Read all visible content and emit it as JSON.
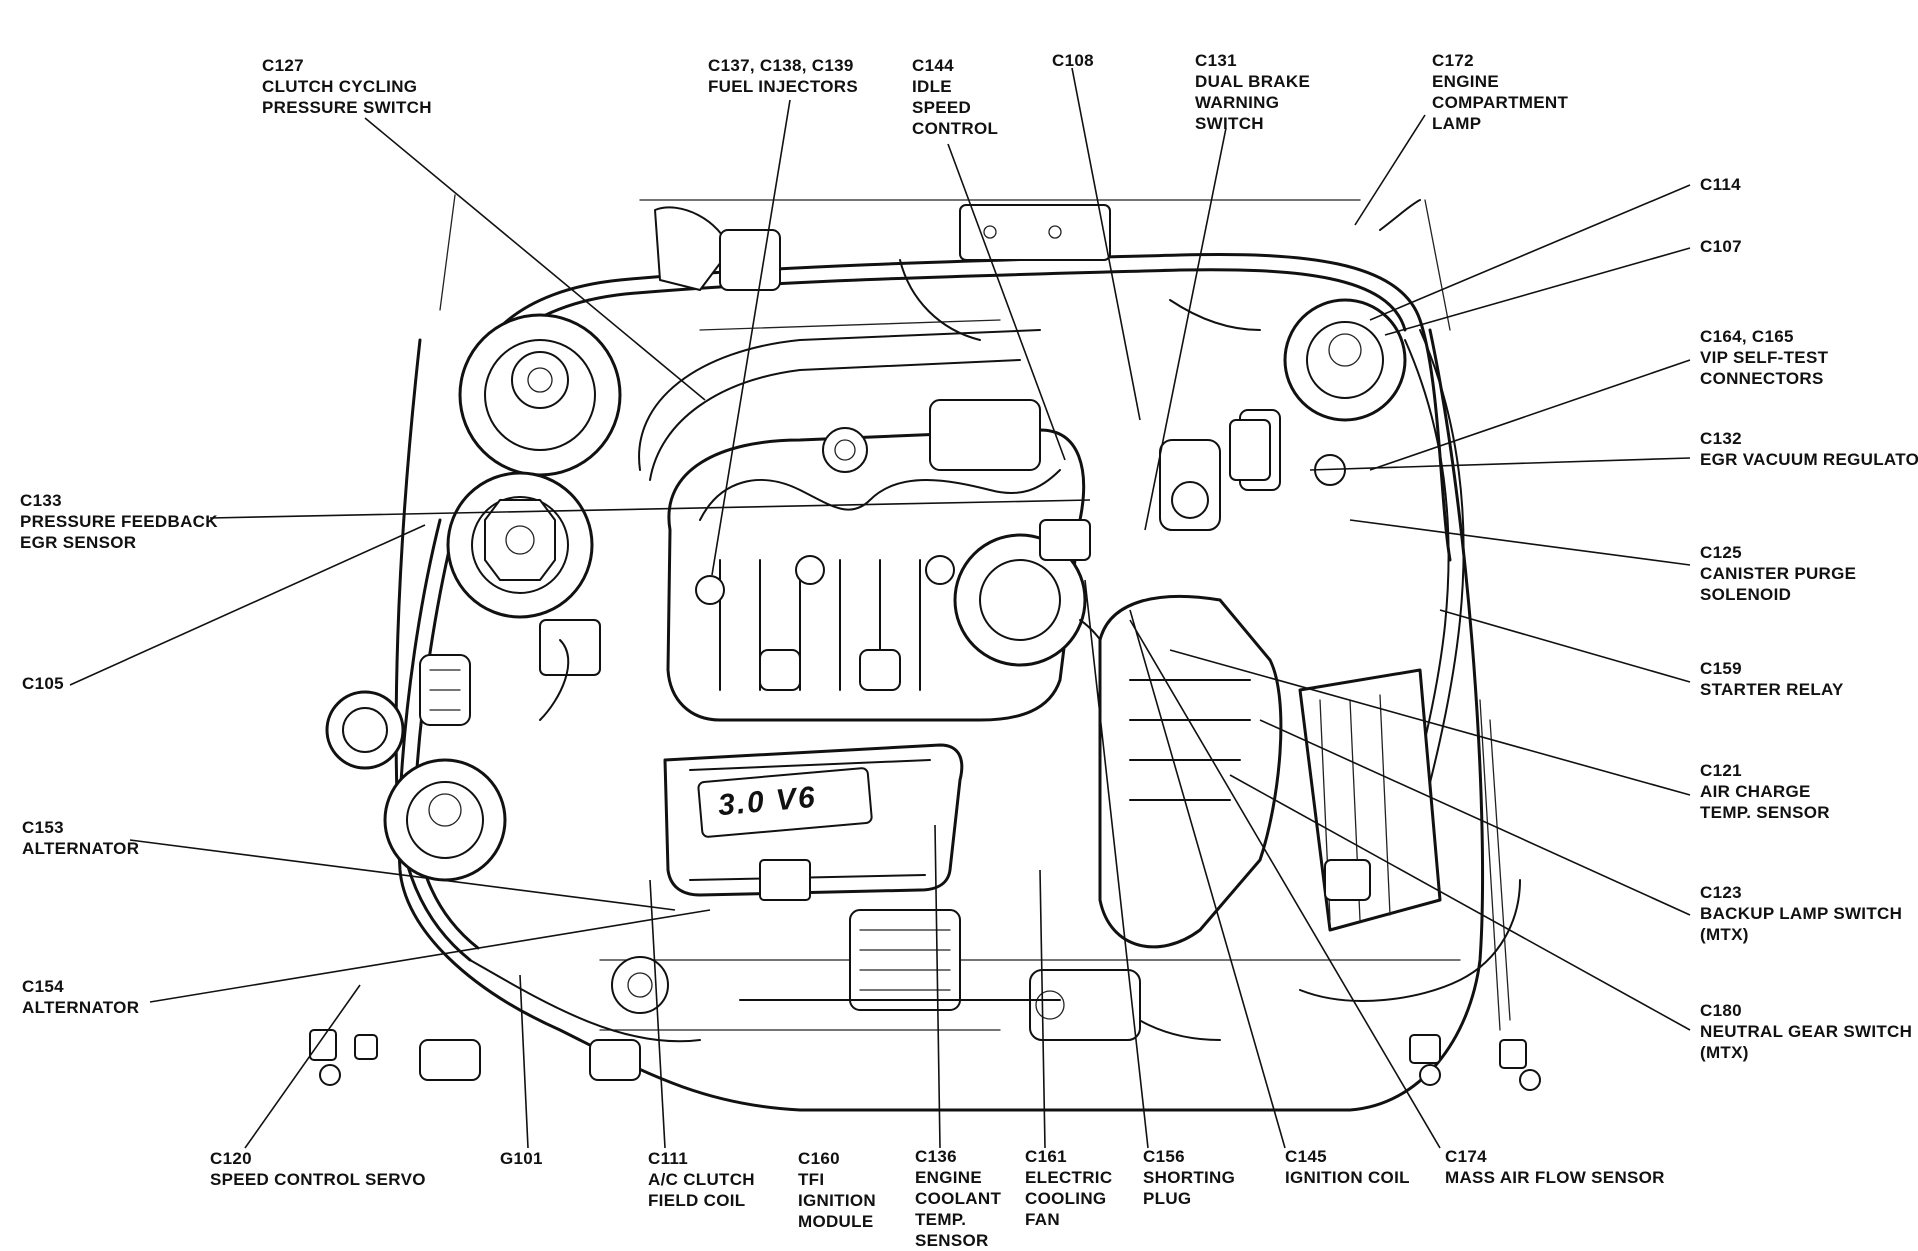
{
  "engine_badge": "3.0 V6",
  "labels": {
    "c127": [
      "C127",
      "CLUTCH CYCLING",
      "PRESSURE SWITCH"
    ],
    "c137": [
      "C137, C138, C139",
      "FUEL INJECTORS"
    ],
    "c144": [
      "C144",
      "IDLE",
      "SPEED",
      "CONTROL"
    ],
    "c108": [
      "C108"
    ],
    "c131": [
      "C131",
      "DUAL BRAKE",
      "WARNING",
      "SWITCH"
    ],
    "c172": [
      "C172",
      "ENGINE",
      "COMPARTMENT",
      "LAMP"
    ],
    "c114": [
      "C114"
    ],
    "c107": [
      "C107"
    ],
    "c164": [
      "C164, C165",
      "VIP SELF-TEST",
      "CONNECTORS"
    ],
    "c132": [
      "C132",
      "EGR VACUUM REGULATOR"
    ],
    "c125": [
      "C125",
      "CANISTER PURGE",
      "SOLENOID"
    ],
    "c159": [
      "C159",
      "STARTER RELAY"
    ],
    "c121": [
      "C121",
      "AIR CHARGE",
      "TEMP. SENSOR"
    ],
    "c123": [
      "C123",
      "BACKUP LAMP SWITCH",
      "(MTX)"
    ],
    "c180": [
      "C180",
      "NEUTRAL GEAR SWITCH",
      "(MTX)"
    ],
    "c133": [
      "C133",
      "PRESSURE FEEDBACK",
      "EGR SENSOR"
    ],
    "c105": [
      "C105"
    ],
    "c153": [
      "C153",
      "ALTERNATOR"
    ],
    "c154": [
      "C154",
      "ALTERNATOR"
    ],
    "c120": [
      "C120",
      "SPEED CONTROL SERVO"
    ],
    "g101": [
      "G101"
    ],
    "c111": [
      "C111",
      "A/C CLUTCH",
      "FIELD COIL"
    ],
    "c160": [
      "C160",
      "TFI",
      "IGNITION",
      "MODULE"
    ],
    "c136": [
      "C136",
      "ENGINE",
      "COOLANT",
      "TEMP.",
      "SENSOR"
    ],
    "c161": [
      "C161",
      "ELECTRIC",
      "COOLING",
      "FAN"
    ],
    "c156": [
      "C156",
      "SHORTING",
      "PLUG"
    ],
    "c145": [
      "C145",
      "IGNITION COIL"
    ],
    "c174": [
      "C174",
      "MASS AIR FLOW SENSOR"
    ]
  }
}
